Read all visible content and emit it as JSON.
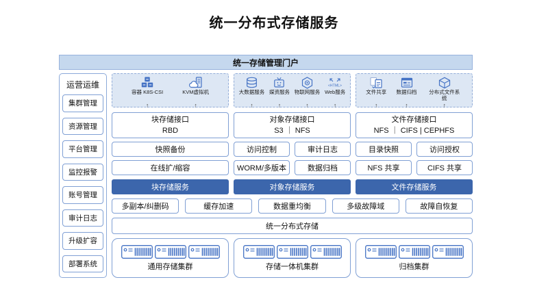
{
  "page_title": "统一分布式存储服务",
  "portal": {
    "title": "统一存储管理门户"
  },
  "glyphs": {
    "up_arrow": "↑"
  },
  "sidebar": {
    "title": "运营运维",
    "items": [
      "集群管理",
      "资源管理",
      "平台管理",
      "监控报警",
      "账号管理",
      "审计日志",
      "升级扩容",
      "部署系统"
    ]
  },
  "columns": [
    {
      "consumers": [
        {
          "icon": "container-k8s-icon",
          "label": "容器 K8S-CSI"
        },
        {
          "icon": "kvm-vm-icon",
          "label": "KVM虚拟机"
        }
      ],
      "interface": {
        "title": "块存储接口",
        "protocols": "RBD"
      },
      "rows": [
        [
          "快照备份"
        ],
        [
          "在线扩/缩容"
        ]
      ],
      "service": "块存储服务"
    },
    {
      "consumers": [
        {
          "icon": "bigdata-icon",
          "label": "大数据服务"
        },
        {
          "icon": "media-icon",
          "label": "媒资服务"
        },
        {
          "icon": "iot-icon",
          "label": "物联网服务"
        },
        {
          "icon": "web-icon",
          "label": "Web服务"
        }
      ],
      "interface": {
        "title": "对象存储接口",
        "protocols": "S3 ｜ NFS"
      },
      "rows": [
        [
          "访问控制",
          "审计日志"
        ],
        [
          "WORM/多版本",
          "数据归档"
        ]
      ],
      "service": "对象存储服务"
    },
    {
      "consumers": [
        {
          "icon": "file-share-icon",
          "label": "文件共享"
        },
        {
          "icon": "data-archive-icon",
          "label": "数据归档"
        },
        {
          "icon": "distributed-fs-icon",
          "label": "分布式文件系统"
        }
      ],
      "interface": {
        "title": "文件存储接口",
        "protocols": "NFS ｜ CIFS | CEPHFS"
      },
      "rows": [
        [
          "目录快照",
          "访问授权"
        ],
        [
          "NFS 共享",
          "CIFS 共享"
        ]
      ],
      "service": "文件存储服务"
    }
  ],
  "platform_features": [
    "多副本/纠删码",
    "缓存加速",
    "数据重均衡",
    "多级故障域",
    "故障自恢复"
  ],
  "unified_bar": "统一分布式存储",
  "clusters": [
    {
      "label": "通用存储集群",
      "servers": 3
    },
    {
      "label": "存储一体机集群",
      "servers": 3
    },
    {
      "label": "归档集群",
      "servers": 3
    }
  ],
  "colors": {
    "service_bar_blue": "#3c66ac",
    "portal_header_bg": "#c5d8ee",
    "icon_panel_bg": "#dde7f4",
    "box_border_blue": "#7f9fd4",
    "icon_blue": "#4472c4"
  }
}
